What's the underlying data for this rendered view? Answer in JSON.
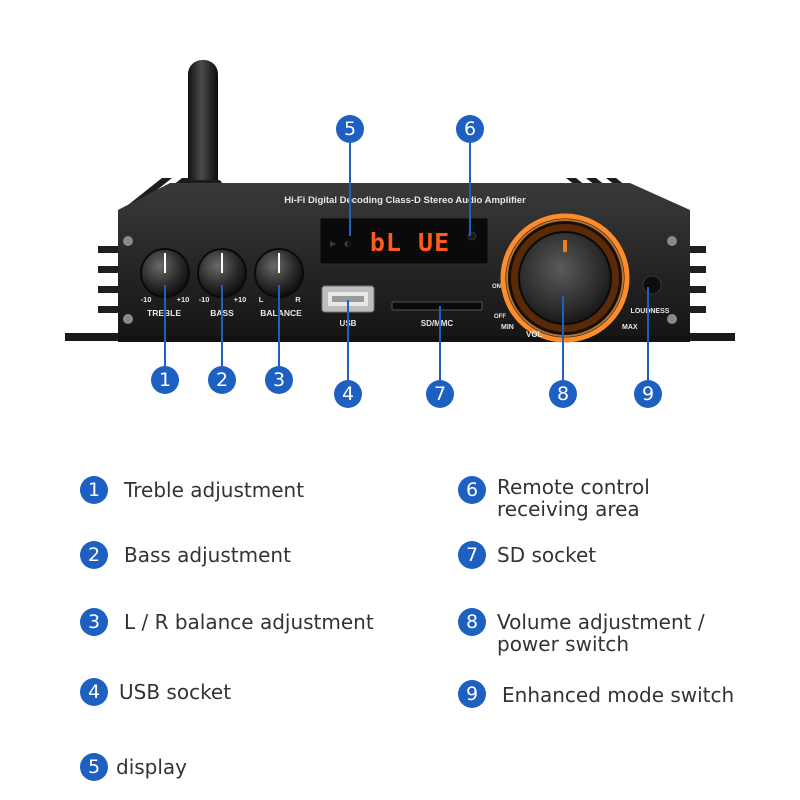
{
  "device": {
    "header": "Hi-Fi Digital Decoding  Class-D Stereo  Audio Amplifier",
    "display_text": "bL UE",
    "knobs": {
      "treble": {
        "label": "TREBLE",
        "min": "-10",
        "max": "+10"
      },
      "bass": {
        "label": "BASS",
        "min": "-10",
        "max": "+10"
      },
      "balance": {
        "label": "BALANCE",
        "left": "L",
        "right": "R"
      }
    },
    "usb_label": "USB",
    "sd_label": "SD/MMC",
    "volume": {
      "label": "VOL",
      "min": "MIN",
      "max": "MAX",
      "on": "ON",
      "off": "OFF"
    },
    "loudness_label": "LOUDNESS"
  },
  "callouts": [
    "1",
    "2",
    "3",
    "4",
    "5",
    "6",
    "7",
    "8",
    "9"
  ],
  "legend": {
    "left": [
      {
        "num": "1",
        "text": "Treble adjustment"
      },
      {
        "num": "2",
        "text": "Bass adjustment"
      },
      {
        "num": "3",
        "text": "L / R balance adjustment"
      },
      {
        "num": "4",
        "text": "USB socket"
      },
      {
        "num": "5",
        "text": "display"
      }
    ],
    "right": [
      {
        "num": "6",
        "line1": "Remote control",
        "line2": "receiving area"
      },
      {
        "num": "7",
        "line1": "SD socket",
        "line2": ""
      },
      {
        "num": "8",
        "line1": "Volume adjustment /",
        "line2": "power switch"
      },
      {
        "num": "9",
        "line1": "Enhanced mode switch",
        "line2": ""
      }
    ]
  },
  "colors": {
    "callout": "#1e5fc2",
    "display": "#ff5a1f",
    "accent": "#f07d1e"
  }
}
